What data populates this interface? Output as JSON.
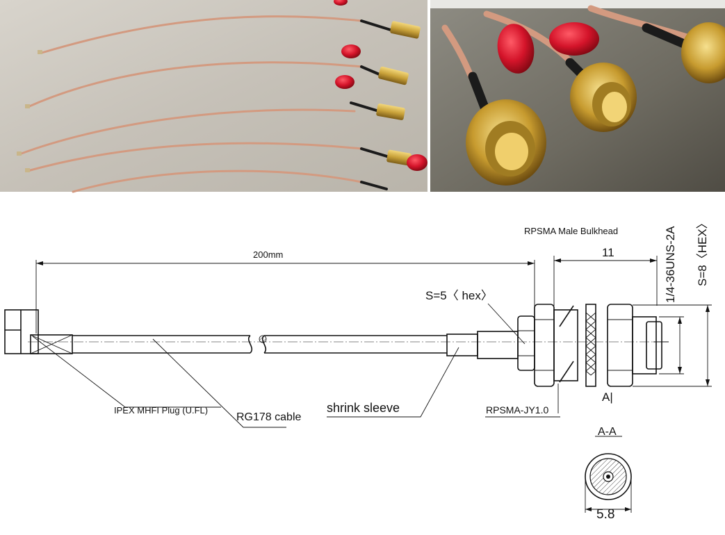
{
  "drawing": {
    "top_label": "RPSMA Male Bulkhead",
    "length_dim": "200mm",
    "hex_dim_11": "11",
    "thread_spec": "1/4-36UNS-2A",
    "hex_big": "S=8〈HEX〉",
    "hex_small": "S=5〈 hex〉",
    "plug_label": "IPEX MHFI Plug (U.FL)",
    "cable_label": "RG178 cable",
    "sleeve_label": "shrink sleeve",
    "connector_label": "RPSMA-JY1.0",
    "section_marker": "A|",
    "section_title": "A-A",
    "diameter_dim": "5.8"
  },
  "photos": {
    "left": "cable-assemblies-photo",
    "right": "connector-closeup-photo"
  },
  "colors": {
    "cable": "#d39a80",
    "gold": "#c9a23a",
    "cap_red": "#d4142a",
    "fabric": "#c9c5bd",
    "shrink": "#1b1b1b"
  }
}
